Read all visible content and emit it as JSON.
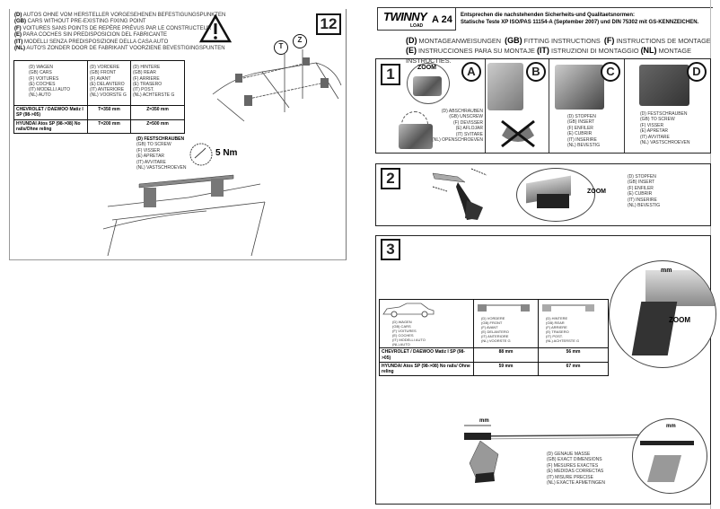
{
  "left_page": {
    "step_number": "12",
    "notice_lines": [
      {
        "lang": "(D)",
        "text": "AUTOS OHNE VOM HERSTELLER VORGESEHENEN BEFESTIGUNGSPUNKTEN"
      },
      {
        "lang": "(GB)",
        "text": "CARS WITHOUT PRE-EXISTING FIXING POINT"
      },
      {
        "lang": "(F)",
        "text": "VOITURES SANS POINTS DE REPÈRE PRÉVUS PAR LE CONSTRUCTEUR"
      },
      {
        "lang": "(E)",
        "text": "PARA COCHES SIN PREDISPOSICION DEL FABRICANTE"
      },
      {
        "lang": "(IT)",
        "text": "MODELLI SENZA PREDISPOSIZIONE DELLA CASA AUTO"
      },
      {
        "lang": "(NL)",
        "text": "AUTO'S ZONDER DOOR DE FABRIKANT VOORZIENE BEVESTIGINGSPUNTEN"
      }
    ],
    "table": {
      "headers": [
        [
          "(D) WAGEN",
          "(GB) CARS",
          "(F) VOITURES",
          "(E) COCHES",
          "(IT) MODELLI  AUTO",
          "(NL) AUTO"
        ],
        [
          "(D) VORDERE",
          "(GB) FRONT",
          "(F)  AVANT",
          "(E) DELANTERO",
          "(IT) ANTERIORE",
          "(NL) VOORSTE G"
        ],
        [
          "(D) HINTERE",
          "(GB) REAR",
          "(F) ARRIERE",
          "(E) TRASERO",
          "(IT) POST.",
          "(NL) ACHTERSTE G"
        ]
      ],
      "rows": [
        {
          "car": "CHEVROLET / DAEWOO Matiz I SP (98->05)",
          "front": "T=350 mm",
          "rear": "Z=350 mm"
        },
        {
          "car": "HYUNDAI Atos SP (98->08) No rails/Ohne reling",
          "front": "T=200 mm",
          "rear": "Z=500 mm"
        }
      ]
    },
    "labels": {
      "t": "T",
      "z": "Z"
    },
    "screw_lines": [
      "(D) FESTSCHRAUBEN",
      "(GB) TO SCREW",
      "(F) VISSER",
      "(E) APRETAR",
      "(IT) AVVITARE",
      "(NL) VASTSCHROEVEN"
    ],
    "torque": "5 Nm"
  },
  "right_page": {
    "brand": "TWINNY",
    "brand_sub": "LOAD",
    "model": "A 24",
    "standards_line1": "Entsprechen die nachstehenden Sicherheits-und Qualitaetsnormen:",
    "standards_line2": "Statische Teste XP ISO/PAS 11154-A (September 2007) und DIN 75302 mit GS-KENNZEICHEN.",
    "instructions_line1": [
      {
        "lang": "(D)",
        "text": "MONTAGEANWEISUNGEN"
      },
      {
        "lang": "(GB)",
        "text": "FITTING INSTRUCTIONS"
      },
      {
        "lang": "(F)",
        "text": "INSTRUCTIONS DE MONTAGE"
      }
    ],
    "instructions_line2": [
      {
        "lang": "(E)",
        "text": "INSTRUCCIONES PARA SU MONTAJE"
      },
      {
        "lang": "(IT)",
        "text": "ISTRUZIONI DI MONTAGGIO"
      },
      {
        "lang": "(NL)",
        "text": "MONTAGE INSTRUCTIES."
      }
    ],
    "step1": {
      "number": "1",
      "zoom": "ZOOM",
      "panels": {
        "a": "A",
        "b": "B",
        "c": "C",
        "d": "D"
      },
      "unscrew": [
        "(D) ABSCHRAUBEN",
        "(GB) UNSCREW",
        "(F) DEVISSER",
        "(E)  AFLOJAR",
        "(IT) SVITARE",
        "(NL) OPENSCHROEVEN"
      ],
      "insert": [
        "(D) STOPFEN",
        "(GB) INSERT",
        "(F) ENFILER",
        "(E) CUBRIR",
        "(IT) INSERIRE",
        "(NL) BEVESTIG"
      ],
      "screw": [
        "(D) FESTSCHRAUBEN",
        "(GB) TO SCREW",
        "(F) VISSER",
        "(E) APRETAR",
        "(IT) AVVITARE",
        "(NL) VASTSCHROEVEN"
      ]
    },
    "step2": {
      "number": "2",
      "zoom": "ZOOM",
      "insert": [
        "(D) STOPFEN",
        "(GB) INSERT",
        "(F) ENFILER",
        "(E) CUBRIR",
        "(IT) INSERIRE",
        "(NL) BEVESTIG"
      ]
    },
    "step3": {
      "number": "3",
      "zoom": "ZOOM",
      "mm": "mm",
      "table": {
        "headers": [
          [
            "(D) WAGEN",
            "(GB) CARS",
            "(F) VOITURES",
            "(E) COCHES",
            "(IT) MODELLI  AUTO",
            "(NL) AUTO"
          ],
          [
            "(D) VORDERE",
            "(GB) FRONT",
            "(F) AVANT",
            "(E) DELANTERO",
            "(IT) ANTERIORE",
            "(NL) VOORSTE G"
          ],
          [
            "(D) HINTERE",
            "(GB) REAR",
            "(F) ARRIERE",
            "(E) TRASERO",
            "(IT) POST.",
            "(NL) ACHTERSTE G"
          ]
        ],
        "rows": [
          {
            "car": "CHEVROLET / DAEWOO Matiz I SP (98->05)",
            "front": "88 mm",
            "rear": "56 mm"
          },
          {
            "car": "HYUNDAI Atos SP (98->08) No rails/ Ohne reling",
            "front": "59 mm",
            "rear": "67 mm"
          }
        ]
      },
      "dimensions": [
        "(D) GENAUE MASSE",
        "(GB) EXACT DIMENSIONS",
        "(F) MESURES EXACTES",
        "(E) MEDIDAS CORRECTAS",
        "(IT) MISURE PRECISE",
        "(NL) EXACTE AFMETINGEN"
      ]
    }
  }
}
